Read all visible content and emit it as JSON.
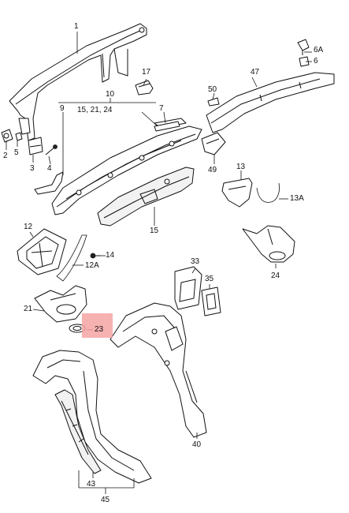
{
  "labels": {
    "p1": "1",
    "p2": "2",
    "p3": "3",
    "p4": "4",
    "p5": "5",
    "p6": "6",
    "p6a": "6A",
    "p7": "7",
    "p9": "9",
    "p10": "10",
    "p10sub": "15, 21, 24",
    "p12": "12",
    "p12a": "12A",
    "p13": "13",
    "p13a": "13A",
    "p14": "14",
    "p15": "15",
    "p17": "17",
    "p21": "21",
    "p23": "23",
    "p24": "24",
    "p33": "33",
    "p35": "35",
    "p40": "40",
    "p43": "43",
    "p45": "45",
    "p47": "47",
    "p49": "49",
    "p50": "50"
  },
  "highlight_color": "#f4a3a3"
}
